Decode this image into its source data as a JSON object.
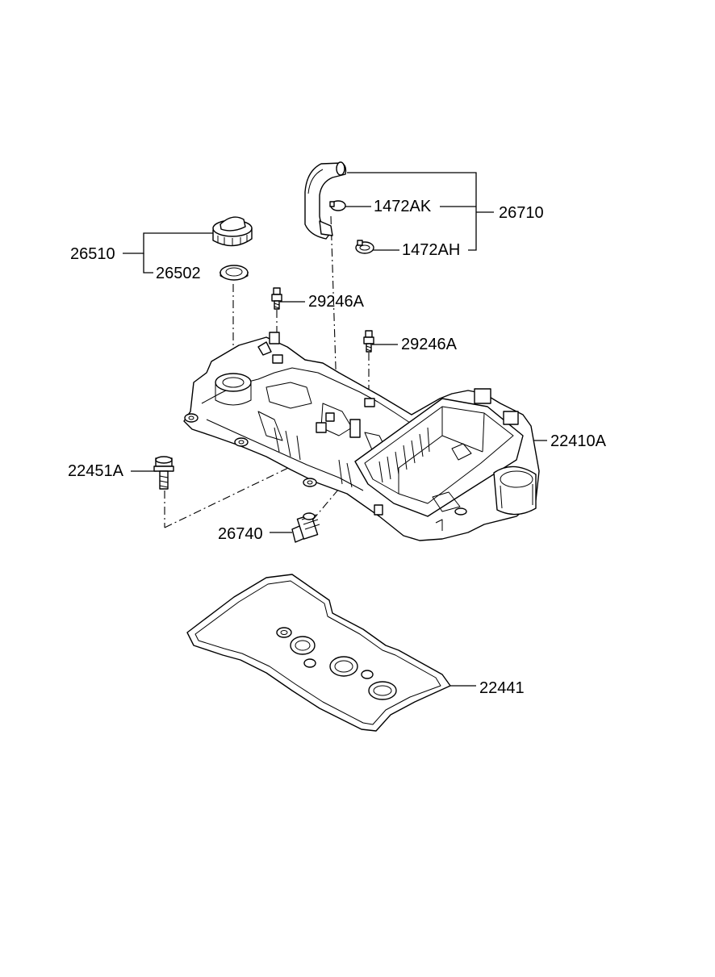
{
  "labels": {
    "p26510": "26510",
    "p26502": "26502",
    "p29246A_1": "29246A",
    "p29246A_2": "29246A",
    "p1472AK": "1472AK",
    "p1472AH": "1472AH",
    "p26710": "26710",
    "p22410A": "22410A",
    "p22451A": "22451A",
    "p26740": "26740",
    "p22441": "22441"
  }
}
